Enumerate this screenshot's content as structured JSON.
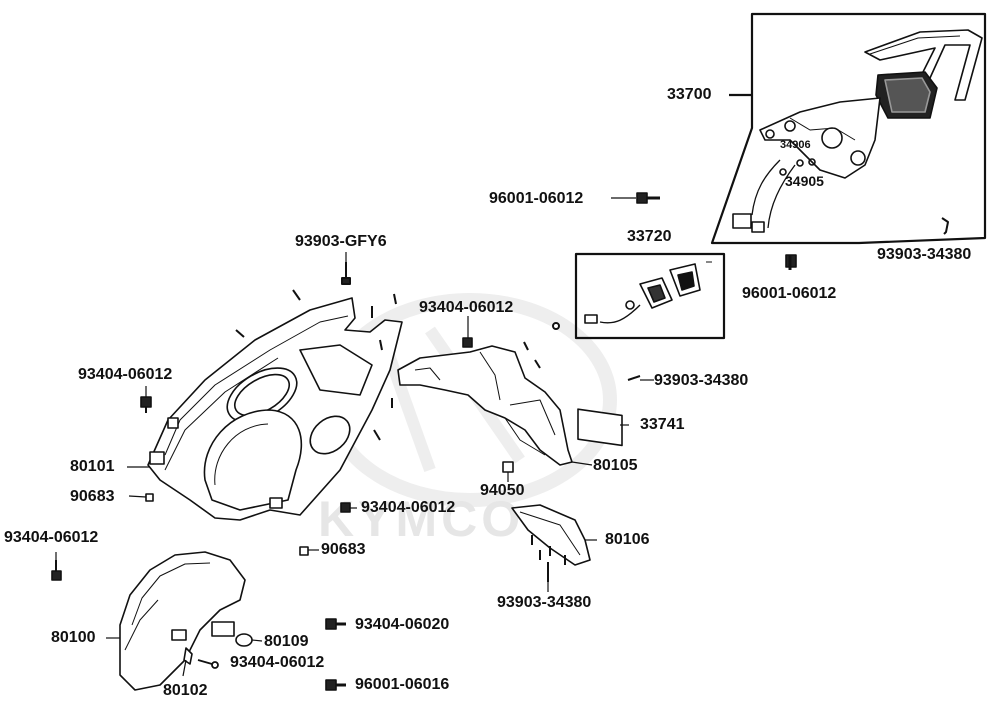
{
  "watermark": {
    "brand": "KYMCO"
  },
  "labels": {
    "p33700": "33700",
    "p34906": "34906",
    "p34905": "34905",
    "p96001_06012_top": "96001-06012",
    "p93903_34380_right": "93903-34380",
    "p33720": "33720",
    "p96001_06012_mid": "96001-06012",
    "p93903_gfy6": "93903-GFY6",
    "p93404_06012_top": "93404-06012",
    "p93404_06012_left": "93404-06012",
    "p93903_34380_mid": "93903-34380",
    "p33741": "33741",
    "p80101": "80101",
    "p80105": "80105",
    "p94050": "94050",
    "p90683_a": "90683",
    "p93404_06012_center": "93404-06012",
    "p93404_06012_far_left": "93404-06012",
    "p80106": "80106",
    "p90683_b": "90683",
    "p93903_34380_bottom": "93903-34380",
    "p93404_06020": "93404-06020",
    "p80100": "80100",
    "p80109": "80109",
    "p93404_06012_bottom": "93404-06012",
    "p80102": "80102",
    "p96001_06016": "96001-06016"
  }
}
